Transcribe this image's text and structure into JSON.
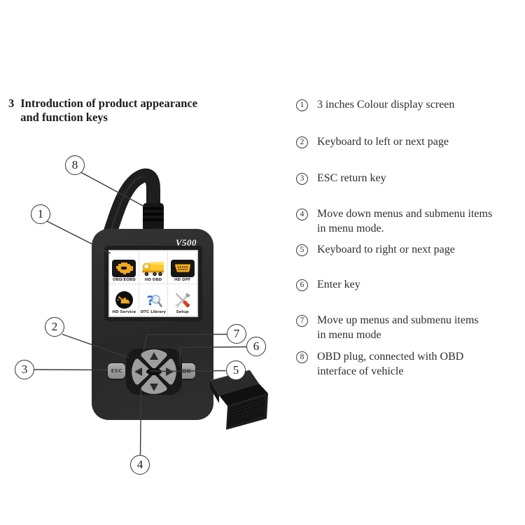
{
  "heading": {
    "number": "3",
    "text": "Introduction of product appearance\nand function keys"
  },
  "device": {
    "model": "V500",
    "screen_menu": [
      {
        "label": "OBD/EOBD",
        "icon": "engine-icon"
      },
      {
        "label": "HD OBD",
        "icon": "truck-icon"
      },
      {
        "label": "HD DPF",
        "icon": "obd-connector-icon"
      },
      {
        "label": "HD Service",
        "icon": "oil-can-icon"
      },
      {
        "label": "DTC Library",
        "icon": "magnifier-question-icon",
        "glyph": "?"
      },
      {
        "label": "Setup",
        "icon": "tools-icon"
      }
    ],
    "buttons": {
      "esc": "ESC",
      "ok": "OK"
    },
    "colors": {
      "body_black": "#2b2b2b",
      "trim_red": "#a93226",
      "screen_bg": "#ffffff",
      "icon_orange": "#f2a71d",
      "truck_yellow": "#ffc92e",
      "dtc_blue": "#2b6bd5",
      "setup_orange": "#dd4419",
      "button_gray": "#9e9e9e"
    }
  },
  "legend": {
    "items": [
      {
        "num": "1",
        "text": "3 inches Colour display screen"
      },
      {
        "num": "2",
        "text": "Keyboard to left or next page"
      },
      {
        "num": "3",
        "text": "ESC return key"
      },
      {
        "num": "4",
        "text": "Move down menus and submenu items\nin menu mode."
      },
      {
        "num": "5",
        "text": "Keyboard to right or next page"
      },
      {
        "num": "6",
        "text": "Enter key"
      },
      {
        "num": "7",
        "text": "Move up menus and submenu items\nin menu mode"
      },
      {
        "num": "8",
        "text": "OBD plug, connected with OBD\ninterface of vehicle"
      }
    ]
  }
}
